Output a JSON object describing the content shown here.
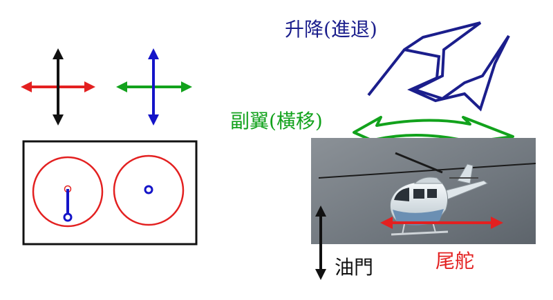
{
  "colors": {
    "red": "#e32020",
    "black": "#111111",
    "green": "#12a21c",
    "blue": "#1414c8",
    "navy": "#1b1e8c",
    "sky": "#707880",
    "helicopter_body": "#e8eef2"
  },
  "labels": {
    "elevator": "升降(進退)",
    "aileron": "副翼(橫移)",
    "throttle": "油門",
    "rudder": "尾舵"
  },
  "icons": {
    "left_cross": "red-horizontal-black-vertical-arrows",
    "right_cross": "green-horizontal-blue-vertical-arrows",
    "left_stick": "left-joystick-gimbal",
    "right_stick": "right-joystick-gimbal",
    "helicopter": "helicopter-photo"
  }
}
